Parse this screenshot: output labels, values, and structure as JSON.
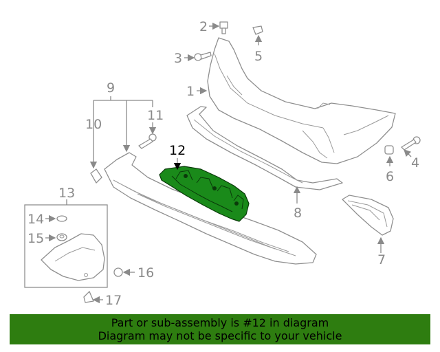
{
  "callouts": {
    "c1": "1",
    "c2": "2",
    "c3": "3",
    "c4": "4",
    "c5": "5",
    "c6": "6",
    "c7": "7",
    "c8": "8",
    "c9": "9",
    "c10": "10",
    "c11": "11",
    "c12": "12",
    "c13": "13",
    "c14": "14",
    "c15": "15",
    "c16": "16",
    "c17": "17"
  },
  "highlighted_part": "12",
  "colors": {
    "highlight_fill": "#1a8a1a",
    "banner_bg": "#2e7d10",
    "line_gray": "#8a8a8a"
  },
  "banner": {
    "line1": "Part or sub-assembly is #12 in diagram",
    "line2": "Diagram may not be specific to your vehicle"
  }
}
